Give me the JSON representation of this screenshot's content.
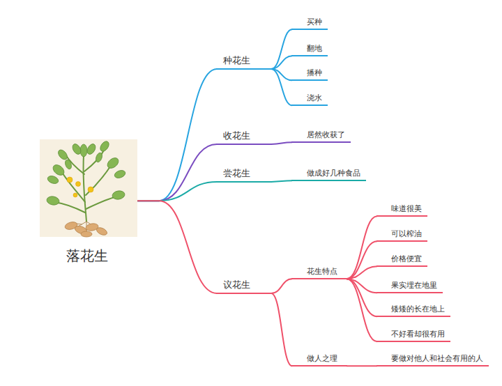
{
  "diagram": {
    "nodes": [
      {
        "text": [
          "落花生"
        ]
      },
      {
        "text": [
          "种花生"
        ]
      },
      {
        "text": [
          "买种"
        ]
      },
      {
        "text": [
          "翻地"
        ]
      },
      {
        "text": [
          "播种"
        ]
      },
      {
        "text": [
          "浇水"
        ]
      },
      {
        "text": [
          "收花生"
        ]
      },
      {
        "text": [
          "居然收获了"
        ]
      },
      {
        "text": [
          "尝花生"
        ]
      },
      {
        "text": [
          "做成好几种食品"
        ]
      },
      {
        "text": [
          "议花生"
        ]
      },
      {
        "text": [
          "花生特点"
        ]
      },
      {
        "text": [
          "味道很美"
        ]
      },
      {
        "text": [
          "可以榨油"
        ]
      },
      {
        "text": [
          "价格便宜"
        ]
      },
      {
        "text": [
          "果实埋在地里"
        ]
      },
      {
        "text": [
          "矮矮的长在地上"
        ]
      },
      {
        "text": [
          "不好看却很有用"
        ]
      },
      {
        "text": [
          "做人之理"
        ]
      },
      {
        "text": [
          "要做对他人和社会有用的人"
        ]
      }
    ],
    "edges": [
      {
        "from": 0,
        "to": 1,
        "arrow": "none"
      },
      {
        "from": 1,
        "to": 2,
        "arrow": "none"
      },
      {
        "from": 1,
        "to": 3,
        "arrow": "none"
      },
      {
        "from": 1,
        "to": 4,
        "arrow": "none"
      },
      {
        "from": 1,
        "to": 5,
        "arrow": "none"
      },
      {
        "from": 0,
        "to": 6,
        "arrow": "none"
      },
      {
        "from": 6,
        "to": 7,
        "arrow": "none"
      },
      {
        "from": 0,
        "to": 8,
        "arrow": "none"
      },
      {
        "from": 8,
        "to": 9,
        "arrow": "none"
      },
      {
        "from": 0,
        "to": 10,
        "arrow": "none"
      },
      {
        "from": 10,
        "to": 11,
        "arrow": "none"
      },
      {
        "from": 11,
        "to": 12,
        "arrow": "none"
      },
      {
        "from": 11,
        "to": 13,
        "arrow": "none"
      },
      {
        "from": 11,
        "to": 14,
        "arrow": "none"
      },
      {
        "from": 11,
        "to": 15,
        "arrow": "none"
      },
      {
        "from": 11,
        "to": 16,
        "arrow": "none"
      },
      {
        "from": 11,
        "to": 17,
        "arrow": "none"
      },
      {
        "from": 10,
        "to": 18,
        "arrow": "none"
      },
      {
        "from": 18,
        "to": 19,
        "arrow": "none"
      }
    ]
  }
}
